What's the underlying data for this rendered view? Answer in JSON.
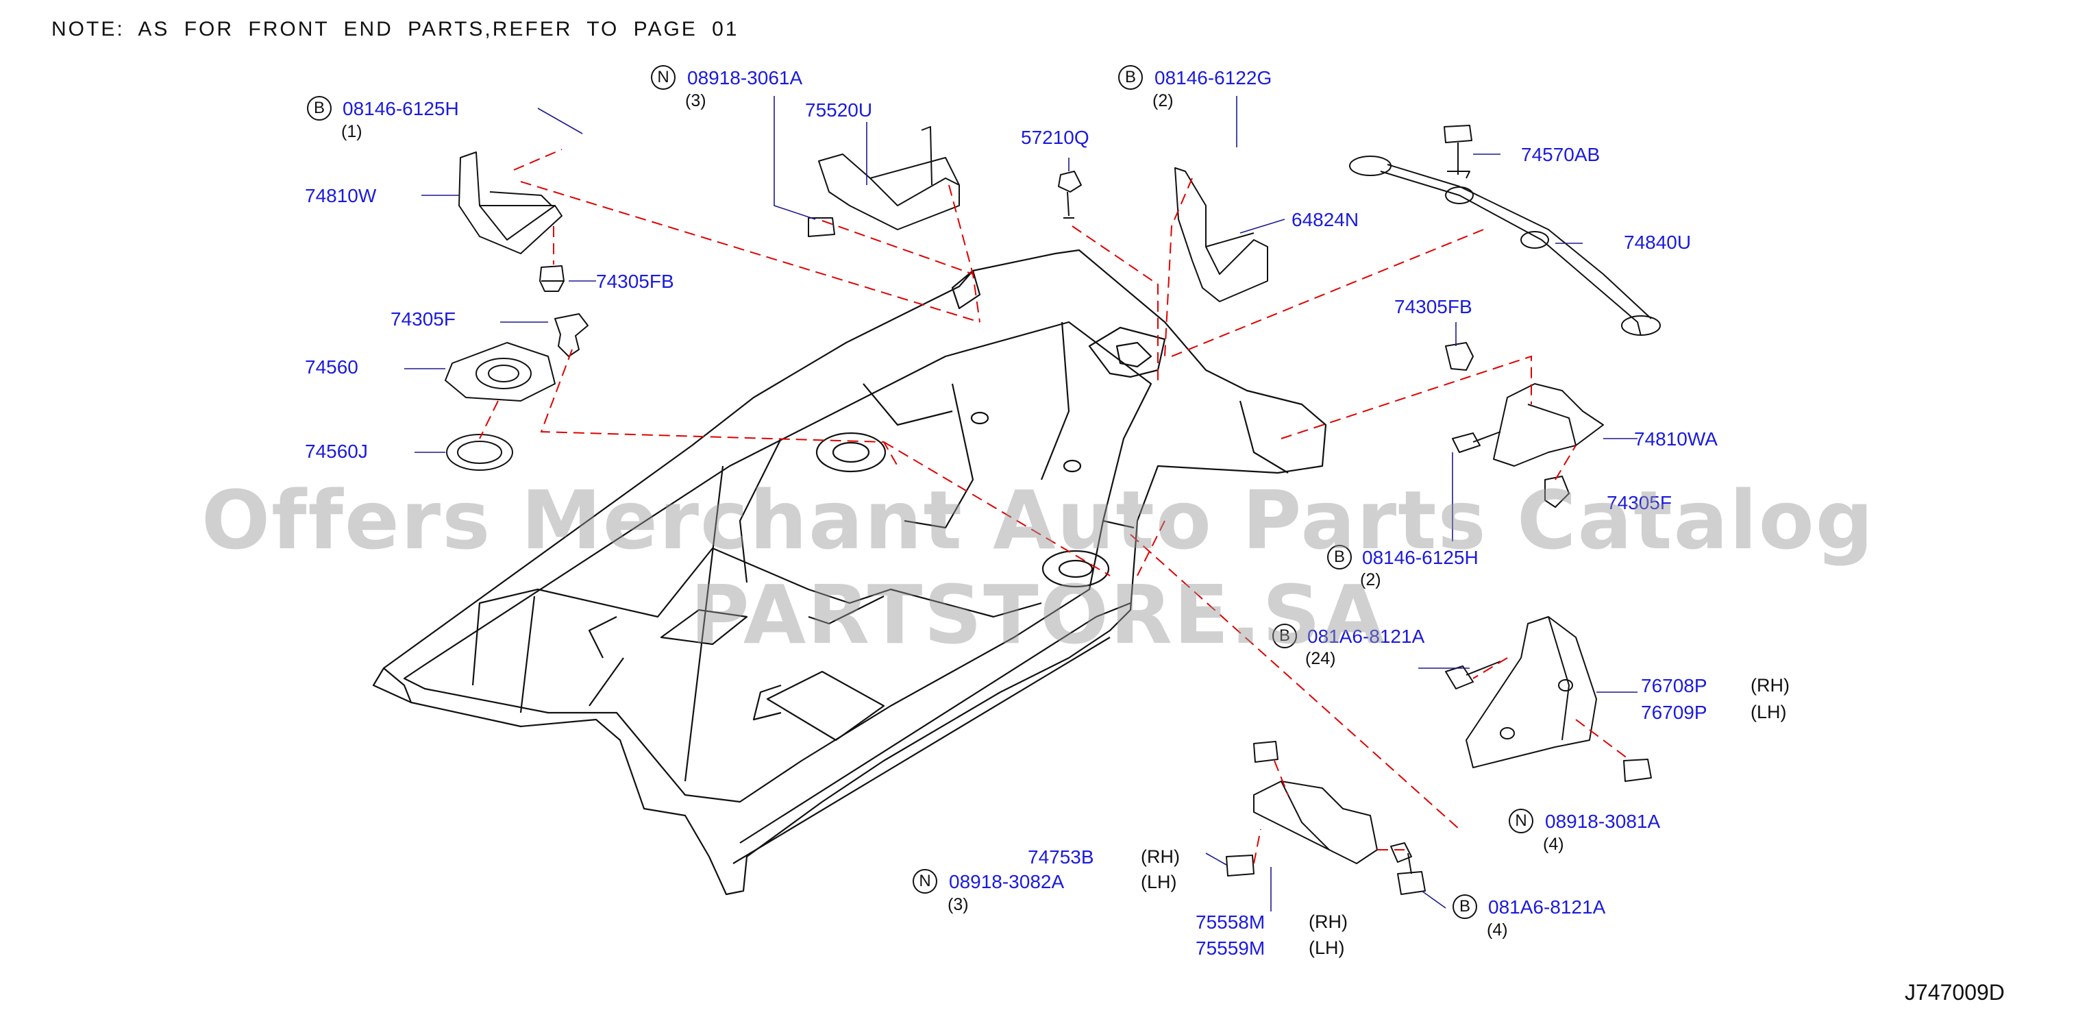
{
  "note": "NOTE:  AS  FOR  FRONT  END  PARTS,REFER  TO  PAGE  01",
  "diagram_code": "J747009D",
  "watermark": "Offers Merchant Auto Parts Catalog PARTSTORE.SA",
  "colors": {
    "part_label": "#1a1adf",
    "leader_dash": "#e00000",
    "line": "#111111"
  },
  "icons": {
    "bolt_prefix": "B",
    "nut_prefix": "N"
  },
  "callouts": {
    "b_08146_6125h_top": {
      "prefix": "B",
      "number": "08146-6125H",
      "qty": "(1)"
    },
    "n_08918_3061a": {
      "prefix": "N",
      "number": "08918-3061A",
      "qty": "(3)"
    },
    "b_08146_6122g": {
      "prefix": "B",
      "number": "08146-6122G",
      "qty": "(2)"
    },
    "b_08146_6125h_right": {
      "prefix": "B",
      "number": "08146-6125H",
      "qty": "(2)"
    },
    "b_081a6_8121a_24": {
      "prefix": "B",
      "number": "081A6-8121A",
      "qty": "(24)"
    },
    "n_08918_3081a": {
      "prefix": "N",
      "number": "08918-3081A",
      "qty": "(4)"
    },
    "b_081a6_8121a_4": {
      "prefix": "B",
      "number": "081A6-8121A",
      "qty": "(4)"
    },
    "n_08918_3082a": {
      "prefix": "N",
      "number": "08918-3082A",
      "qty": "(3)"
    }
  },
  "parts": {
    "p75520u": "75520U",
    "p57210q": "57210Q",
    "p74810w": "74810W",
    "p74305fb_left": "74305FB",
    "p74305f_left": "74305F",
    "p74560": "74560",
    "p74560j": "74560J",
    "p64824n": "64824N",
    "p74570ab": "74570AB",
    "p74840u": "74840U",
    "p74305fb_right": "74305FB",
    "p74810wa": "74810WA",
    "p74305f_right": "74305F",
    "p76708p": "76708P",
    "p76709p": "76709P",
    "p74753b": "74753B",
    "p75558m": "75558M",
    "p75559m": "75559M"
  },
  "sides": {
    "rh": "(RH)",
    "lh": "(LH)"
  }
}
